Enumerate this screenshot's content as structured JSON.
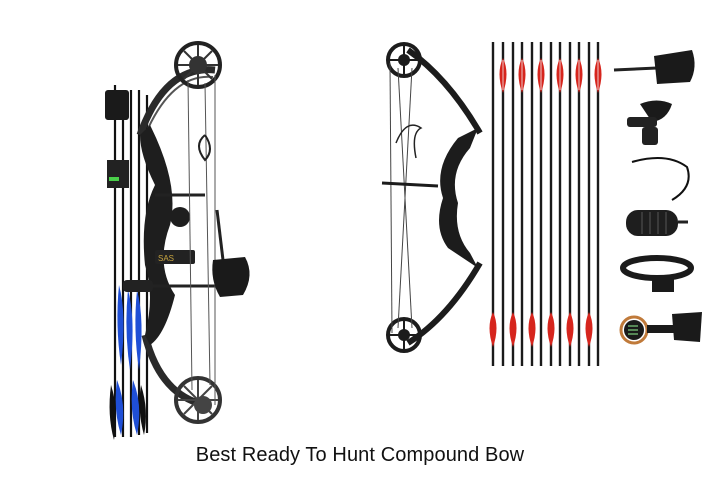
{
  "caption": "Best Ready To Hunt Compound Bow",
  "products": [
    {
      "name": "compound-bow-kit-with-quiver",
      "color": "#2a2a2a",
      "fletching_color": "#1f4fd6"
    },
    {
      "name": "compound-bow",
      "color": "#1c1c1c"
    },
    {
      "name": "arrow-set",
      "count": 12,
      "fletching_color": "#d6251d",
      "shaft_color": "#1a1a1a"
    },
    {
      "name": "accessories",
      "items": [
        "release-aid",
        "arrow-rest",
        "d-loop-string",
        "stabilizer",
        "wrist-sling",
        "bow-sight"
      ]
    }
  ],
  "colors": {
    "background": "#ffffff",
    "text": "#111111"
  }
}
